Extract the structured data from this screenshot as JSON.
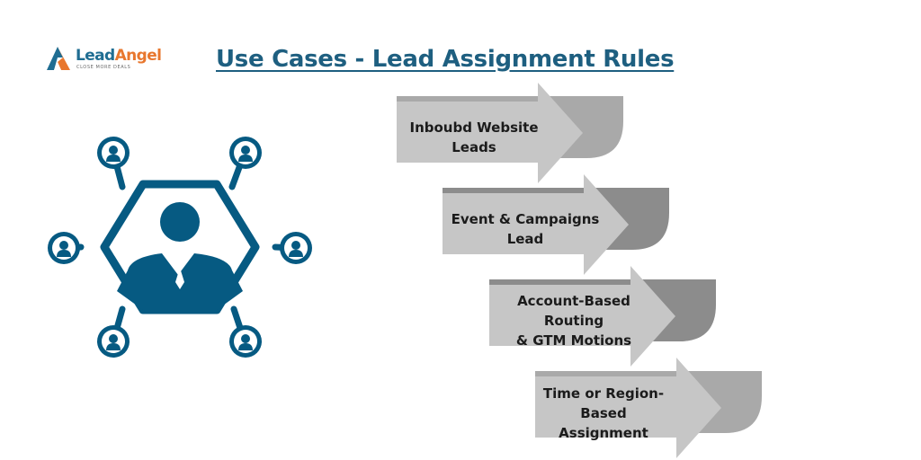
{
  "logo": {
    "name_part1": "Lead",
    "name_part2": "Angel",
    "tagline": "CLOSE MORE DEALS"
  },
  "title": "Use Cases - Lead Assignment Rules",
  "steps": [
    {
      "line1": "Inboubd Website",
      "line2": "Leads",
      "tab_color": "#a9a9a9"
    },
    {
      "line1": "Event & Campaigns",
      "line2": "Lead",
      "tab_color": "#8c8c8c"
    },
    {
      "line1": "Account-Based Routing",
      "line2": "& GTM Motions",
      "tab_color": "#8c8c8c"
    },
    {
      "line1": "Time or Region-",
      "line2": "Based Assignment",
      "tab_color": "#a9a9a9"
    }
  ],
  "colors": {
    "brand_blue": "#065a82",
    "logo_orange": "#e8772e",
    "arrow_fill": "#c6c6c6"
  },
  "icons": [
    "leadangel-logo-icon",
    "central-person-icon",
    "user-node-icon"
  ]
}
